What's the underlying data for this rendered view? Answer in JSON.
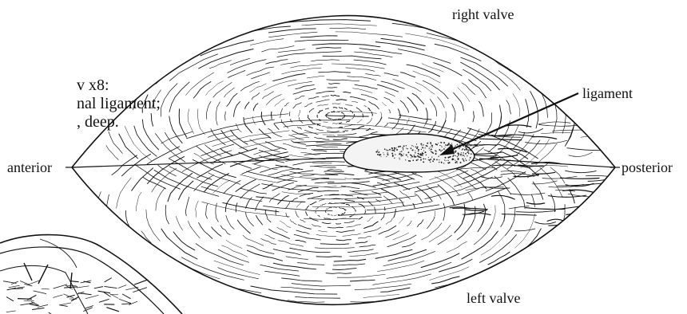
{
  "labels": {
    "right_valve": "right valve",
    "left_valve": "left valve",
    "anterior": "anterior",
    "posterior": "posterior",
    "ligament": "ligament"
  },
  "caption_fragment": {
    "line1": "v x8:",
    "line2": "nal ligament;",
    "line3": ", deep."
  },
  "colors": {
    "ink": "#111111",
    "ligament_fill": "#f4f4f4",
    "background": "#ffffff"
  }
}
